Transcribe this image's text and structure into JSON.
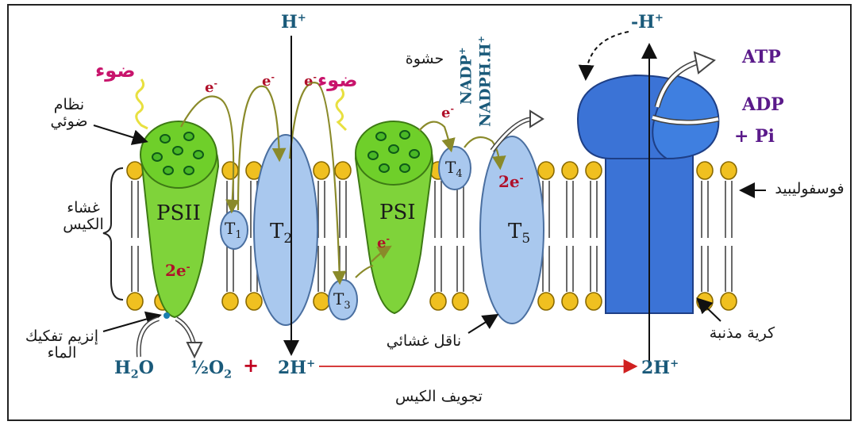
{
  "labels": {
    "light_1": "ضوء",
    "light_2": "ضوء",
    "antenna": "نظام\nضوئي",
    "membrane": "غشاء\nالكيس",
    "water_enzyme": "إنزيم تفكيك\nالماء",
    "stroma": "حشوة",
    "lumen": "تجويف الكيس",
    "phospholipid": "فوسفوليبيد",
    "atp_synthase": "كرية مذنبة",
    "transporter": "ناقل غشائي",
    "psii": "PSII",
    "psi": "PSI",
    "t1": "T",
    "t1_sub": "1",
    "t2": "T",
    "t2_sub": "2",
    "t3": "T",
    "t3_sub": "3",
    "t4": "T",
    "t4_sub": "4",
    "t5": "T",
    "t5_sub": "5",
    "electron": "e",
    "electron_charge": "-",
    "two_e": "2e",
    "h_plus_top": "H",
    "h_plus_top_sign": "+",
    "h_plus_right": "-H",
    "h_plus_right_sign": "+",
    "two_h_mid": "2H",
    "two_h_right": "2H",
    "plus_sign": "+",
    "water": "H",
    "water_sub": "2",
    "water_o": "O",
    "oxygen": "½O",
    "oxygen_sub": "2",
    "plus": "+",
    "nadp": "NADP",
    "nadp_sign": "+",
    "nadph": "NADPH.H",
    "nadph_sign": "+",
    "atp": "ATP",
    "adp": "ADP",
    "pi": "+ Pi"
  },
  "colors": {
    "psii_fill": "#7fd33a",
    "psi_fill": "#7fd33a",
    "antenna_dot": "#1f8a2a",
    "carrier_fill": "#a9c8ee",
    "atp_synthase_fill": "#3b73d6",
    "lipid_head": "#f0c020",
    "electron_path": "#8a8a2a",
    "lumen_arrow": "#d02020"
  }
}
